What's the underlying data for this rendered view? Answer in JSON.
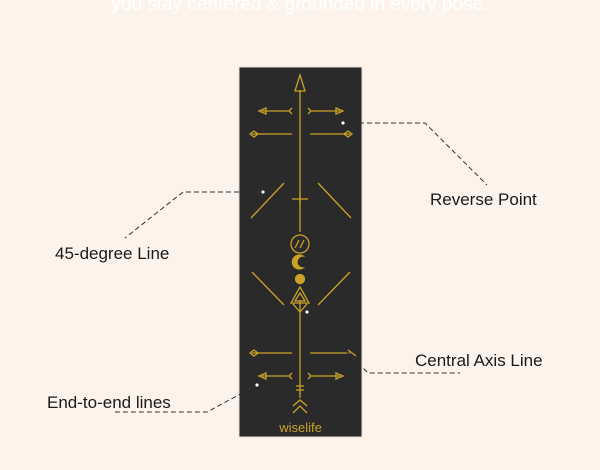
{
  "tagline": "you stay centered & grounded in every pose.",
  "brand": "wiselife",
  "labels": {
    "reverse_point": "Reverse Point",
    "degree_line": "45-degree Line",
    "central_axis": "Central Axis Line",
    "end_to_end": "End-to-end lines"
  },
  "colors": {
    "background": "#fdf3ea",
    "mat": "#2a2a2a",
    "gold": "#c9a227"
  }
}
